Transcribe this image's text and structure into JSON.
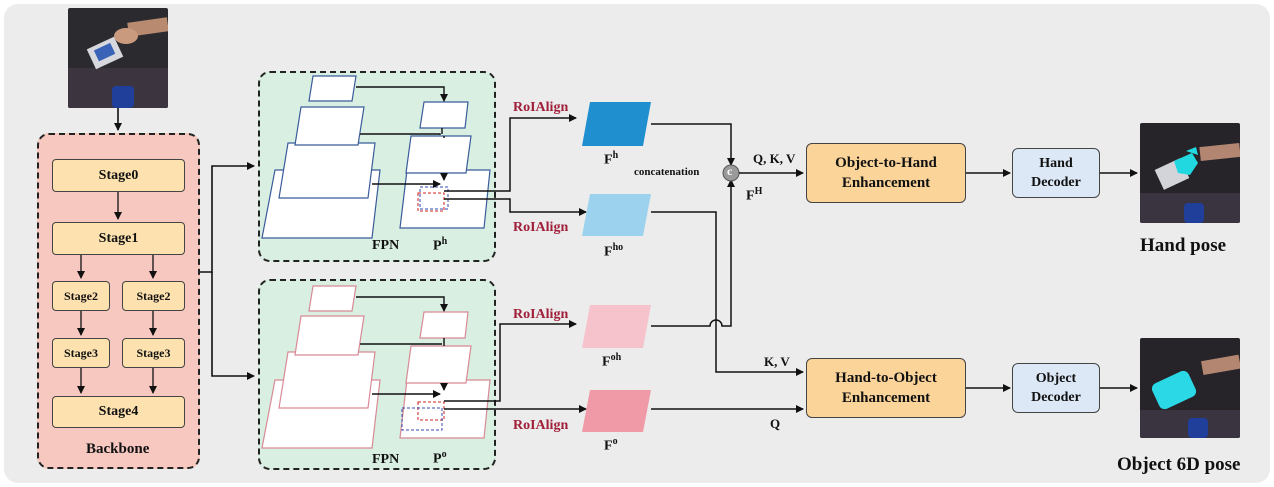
{
  "backbone": {
    "label": "Backbone",
    "stage0": "Stage0",
    "stage1": "Stage1",
    "stage2a": "Stage2",
    "stage2b": "Stage2",
    "stage3a": "Stage3",
    "stage3b": "Stage3",
    "stage4": "Stage4"
  },
  "hand_branch": {
    "fpn": "FPN",
    "p_main": "P",
    "p_sup": "h",
    "roi_top": "RoIAlign",
    "roi_bottom": "RoIAlign",
    "f_h_main": "F",
    "f_h_sup": "h",
    "f_ho_main": "F",
    "f_ho_sup": "ho"
  },
  "object_branch": {
    "fpn": "FPN",
    "p_main": "P",
    "p_sup": "o",
    "roi_top": "RoIAlign",
    "roi_bottom": "RoIAlign",
    "f_oh_main": "F",
    "f_oh_sup": "oh",
    "f_o_main": "F",
    "f_o_sup": "o"
  },
  "fusion": {
    "concat_label": "concatenation",
    "concat_symbol": "c",
    "fH_main": "F",
    "fH_sup": "H",
    "qkv_label": "Q, K, V",
    "kv_label": "K, V",
    "q_label": "Q"
  },
  "modules": {
    "o2h": "Object-to-Hand Enhancement",
    "h2o": "Hand-to-Object Enhancement",
    "hand_decoder": "Hand Decoder",
    "object_decoder": "Object Decoder"
  },
  "outputs": {
    "hand_pose": "Hand pose",
    "object_pose": "Object 6D pose"
  },
  "colors": {
    "f_h": "#1f8fd0",
    "f_ho": "#9dd2ee",
    "f_oh": "#f6c2cc",
    "f_o": "#ef9aa6",
    "roi_text": "#a0203a",
    "mesh_hand": "#22d8e0",
    "mesh_object": "#2ad8e6"
  }
}
